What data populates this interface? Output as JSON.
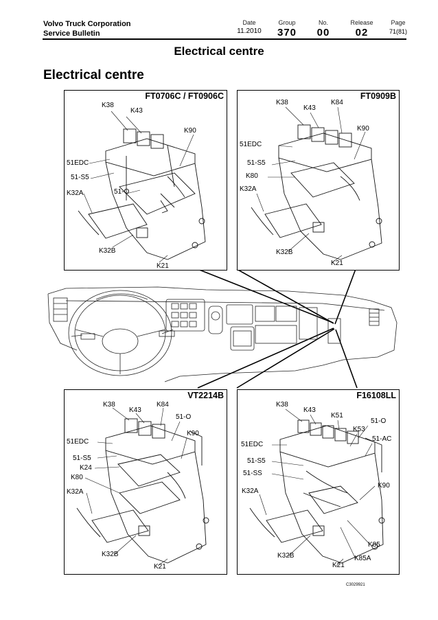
{
  "header": {
    "company": "Volvo Truck Corporation",
    "doc_type": "Service Bulletin",
    "date_label": "Date",
    "date_value": "11.2010",
    "group_label": "Group",
    "group_value": "370",
    "no_label": "No.",
    "no_value": "00",
    "release_label": "Release",
    "release_value": "02",
    "page_label": "Page",
    "page_value": "71(81)"
  },
  "page_title": "Electrical centre",
  "section_title": "Electrical centre",
  "panels": {
    "tl": {
      "title": "FT0706C / FT0906C",
      "labels": [
        "K38",
        "K43",
        "K90",
        "51EDC",
        "51-S5",
        "51-O",
        "K32A",
        "K32B",
        "K21"
      ]
    },
    "tr": {
      "title": "FT0909B",
      "labels": [
        "K38",
        "K43",
        "K84",
        "K90",
        "51EDC",
        "51-S5",
        "K80",
        "K32A",
        "K32B",
        "K21"
      ]
    },
    "bl": {
      "title": "VT2214B",
      "labels": [
        "K38",
        "K43",
        "K84",
        "51-O",
        "K90",
        "51EDC",
        "51-S5",
        "K24",
        "K80",
        "K32A",
        "K32B",
        "K21"
      ]
    },
    "br": {
      "title": "F16108LL",
      "labels": [
        "K38",
        "K43",
        "K51",
        "51-O",
        "K53",
        "51-AC",
        "51EDC",
        "51-S5",
        "51-SS",
        "K32A",
        "K90",
        "K85",
        "K32B",
        "K85A",
        "K21"
      ]
    }
  },
  "figure_code": "C3029921"
}
